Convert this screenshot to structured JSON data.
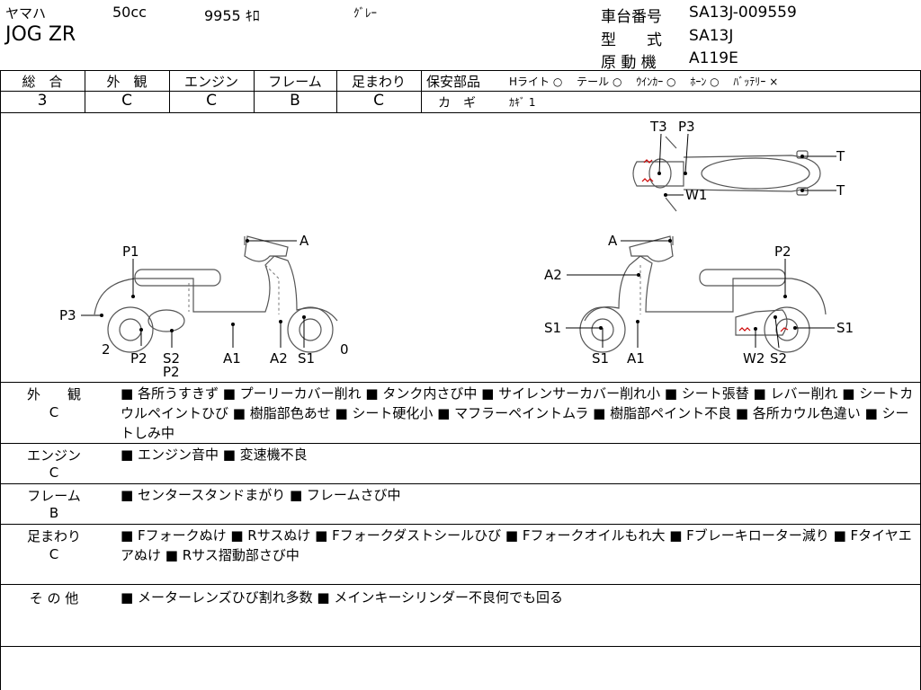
{
  "header": {
    "maker": "ヤマハ",
    "cc": "50cc",
    "mileage": "9955 ｷﾛ",
    "color": "ｸﾞﾚｰ",
    "model": "JOG ZR",
    "frame_no_label": "車台番号",
    "frame_no": "SA13J-009559",
    "type_label": "型　　式",
    "type": "SA13J",
    "engine_label": "原 動 機",
    "engine": "A119E"
  },
  "grades": {
    "overall_label": "総　合",
    "overall": "3",
    "exterior_label": "外　観",
    "exterior": "C",
    "engine_label": "エンジン",
    "engine": "C",
    "frame_label": "フレーム",
    "frame": "B",
    "suspension_label": "足まわり",
    "suspension": "C"
  },
  "safety": {
    "label": "保安部品",
    "items": "Hライト ○　 テール ○ 　ｳｲﾝｶｰ ○ 　ﾎｰﾝ ○ 　ﾊﾞｯﾃﾘｰ ×",
    "key_label": "カ　ギ",
    "key": "ｶｷﾞ 1"
  },
  "diagram": {
    "top": {
      "T3": "T3",
      "P3": "P3",
      "W1": "W1",
      "T1": "T",
      "T2": "T"
    },
    "left": {
      "A": "A",
      "P1": "P1",
      "P3": "P3",
      "n2": "2",
      "P2": "P2",
      "S2": "S2",
      "P2b": "P2",
      "A1": "A1",
      "A2": "A2",
      "S1": "S1",
      "n0": "0"
    },
    "right": {
      "A": "A",
      "A2": "A2",
      "P2": "P2",
      "S1": "S1",
      "S1b": "S1",
      "S1c": "S1",
      "A1": "A1",
      "W2": "W2",
      "S2": "S2"
    }
  },
  "sections": [
    {
      "label": "外　　観",
      "grade": "C",
      "text": "■ 各所うすきず ■ プーリーカバー削れ ■ タンク内さび中 ■ サイレンサーカバー削れ小 ■ シート張替 ■ レバー削れ ■ シートカウルペイントひび ■ 樹脂部色あせ ■ シート硬化小 ■ マフラーペイントムラ ■ 樹脂部ペイント不良 ■ 各所カウル色違い ■ シートしみ中"
    },
    {
      "label": "エンジン",
      "grade": "C",
      "text": "■ エンジン音中 ■ 変速機不良"
    },
    {
      "label": "フレーム",
      "grade": "B",
      "text": "■ センタースタンドまがり ■ フレームさび中"
    },
    {
      "label": "足まわり",
      "grade": "C",
      "text": "■ Fフォークぬけ ■ Rサスぬけ ■ Fフォークダストシールひび ■ Fフォークオイルもれ大 ■ Fブレーキローター減り ■ Fタイヤエアぬけ ■ Rサス摺動部さび中"
    },
    {
      "label": "そ の 他",
      "grade": "",
      "text": "■ メーターレンズひび割れ多数 ■ メインキーシリンダー不良何でも回る"
    }
  ]
}
